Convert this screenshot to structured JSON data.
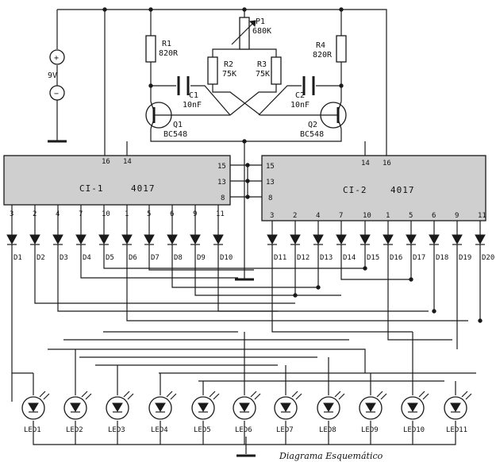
{
  "battery": {
    "voltage": "9V",
    "plus": "+",
    "minus": "−"
  },
  "resistors": [
    {
      "name": "R1",
      "value": "820R"
    },
    {
      "name": "R2",
      "value": "75K"
    },
    {
      "name": "R3",
      "value": "75K"
    },
    {
      "name": "R4",
      "value": "820R"
    }
  ],
  "pot": {
    "name": "P1",
    "value": "680K"
  },
  "capacitors": [
    {
      "name": "C1",
      "value": "10nF"
    },
    {
      "name": "C2",
      "value": "10nF"
    }
  ],
  "transistors": [
    {
      "name": "Q1",
      "type": "BC548"
    },
    {
      "name": "Q2",
      "type": "BC548"
    }
  ],
  "chips": [
    {
      "name": "CI-1",
      "part": "4017",
      "top_pins": [
        "16",
        "14"
      ],
      "side_pins": [
        "15",
        "13",
        "8"
      ],
      "output_pins": [
        "3",
        "2",
        "4",
        "7",
        "10",
        "1",
        "5",
        "6",
        "9",
        "11"
      ]
    },
    {
      "name": "CI-2",
      "part": "4017",
      "top_pins": [
        "14",
        "16"
      ],
      "side_pins": [
        "15",
        "13",
        "8"
      ],
      "output_pins": [
        "3",
        "2",
        "4",
        "7",
        "10",
        "1",
        "5",
        "6",
        "9",
        "11"
      ]
    }
  ],
  "diodes": [
    "D1",
    "D2",
    "D3",
    "D4",
    "D5",
    "D6",
    "D7",
    "D8",
    "D9",
    "D10",
    "D11",
    "D12",
    "D13",
    "D14",
    "D15",
    "D16",
    "D17",
    "D18",
    "D19",
    "D20"
  ],
  "leds": [
    "LED1",
    "LED2",
    "LED3",
    "LED4",
    "LED5",
    "LED6",
    "LED7",
    "LED8",
    "LED9",
    "LED10",
    "LED11"
  ],
  "caption": "Diagrama Esquemático"
}
